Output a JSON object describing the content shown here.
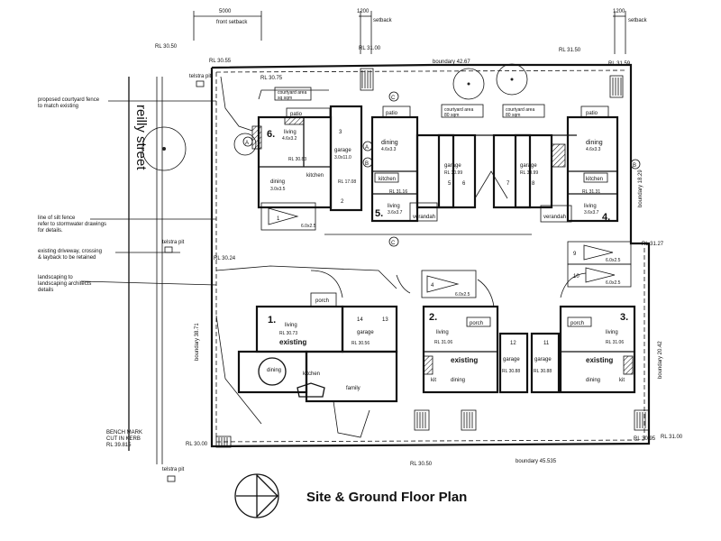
{
  "title": "Site & Ground Floor Plan",
  "street_name": "reilly street",
  "dimensions": {
    "front_setback_value": "5000",
    "front_setback_label": "front setback",
    "setback_mid_value": "1200",
    "setback_mid_label": "setback",
    "setback_right_value": "1200",
    "setback_right_label": "setback",
    "boundary_top": "boundary 42.67",
    "boundary_bottom": "boundary 45.535",
    "boundary_left": "boundary 38.71",
    "boundary_right_lower": "boundary 20.42",
    "boundary_right_upper": "boundary 18.29"
  },
  "levels": {
    "rl_3050": "RL 30.50",
    "rl_3055": "RL 30.55",
    "rl_3075": "RL 30.75",
    "rl_3100": "RL 31.00",
    "rl_3150": "RL 31.50",
    "rl_3159": "RL 31.59",
    "rl_3127": "RL 31.27",
    "rl_3024": "RL 30.24",
    "rl_3000": "RL 30.00",
    "rl_3050b": "RL 30.50",
    "rl_3095": "RL 30.95",
    "rl_3100b": "RL 31.00",
    "bench_mark_1": "BENCH MARK",
    "bench_mark_2": "CUT IN KERB",
    "bench_mark_3": "RL 39.815"
  },
  "notes": {
    "courtyard_fence": "proposed courtyard fence",
    "courtyard_fence_2": "to match existing",
    "silt_fence": "line of silt fence",
    "silt_fence_2": "refer to stormwater drawings",
    "silt_fence_3": "for details.",
    "driveway": "existing driveway, crossing",
    "driveway_2": "& layback to be retained",
    "landscaping": "landscaping to",
    "landscaping_2": "landscaping architects",
    "landscaping_3": "details",
    "telstra_1": "telstra pit",
    "telstra_2": "telstra pit",
    "telstra_3": "telstra pit"
  },
  "units": [
    {
      "number": "1.",
      "label": "existing",
      "rooms": [
        "living",
        "dining",
        "kitchen",
        "family",
        "porch",
        "garage"
      ],
      "rl": "RL 30.73",
      "garage_rl": "RL 30.56",
      "bay_a": "14",
      "bay_b": "13"
    },
    {
      "number": "2.",
      "label": "existing",
      "rooms": [
        "living",
        "dining",
        "kit",
        "porch",
        "garage"
      ],
      "rl": "RL 31.06",
      "garage_rl": "RL 30.88",
      "bay": "12"
    },
    {
      "number": "3.",
      "label": "existing",
      "rooms": [
        "living",
        "dining",
        "kit",
        "porch",
        "garage"
      ],
      "rl": "RL 31.06",
      "garage_rl": "RL 30.88",
      "bay": "11"
    },
    {
      "number": "4.",
      "rooms": [
        "dining",
        "kitchen",
        "living",
        "patio",
        "verandah",
        "garage"
      ],
      "dining_size": "4.6x3.3",
      "living_size": "3.6x3.7",
      "rl": "RL 31.31",
      "garage_rl": "RL 30.99",
      "bays": [
        "7",
        "8"
      ]
    },
    {
      "number": "5.",
      "rooms": [
        "dining",
        "kitchen",
        "living",
        "patio",
        "verandah",
        "garage"
      ],
      "dining_size": "4.6x3.3",
      "living_size": "3.6x3.7",
      "rl": "RL 31.16",
      "garage_rl": "RL 30.99",
      "bays": [
        "5",
        "6"
      ]
    },
    {
      "number": "6.",
      "rooms": [
        "living",
        "dining",
        "kitchen",
        "patio",
        "garage"
      ],
      "living_size": "4.6x3.2",
      "dining_size": "3.0x3.5",
      "garage_size": "3.0x11.0",
      "rl": "RL 30.83",
      "garage_rl": "RL 17.08",
      "bay_a": "2",
      "bay_b": "3"
    }
  ],
  "courtyards": [
    "courtyard area",
    "courtyard area",
    "courtyard area"
  ],
  "courtyard_sizes": [
    "sq sqm",
    "80 sqm",
    "80 sqm"
  ],
  "parking": [
    {
      "bay": "1",
      "size": "6.0x2.5"
    },
    {
      "bay": "4",
      "size": "6.0x2.5"
    },
    {
      "bay": "9",
      "size": "6.0x2.5"
    },
    {
      "bay": "10",
      "size": "6.0x2.5"
    }
  ],
  "section_markers": [
    "A",
    "B",
    "C",
    "A",
    "B",
    "C"
  ]
}
